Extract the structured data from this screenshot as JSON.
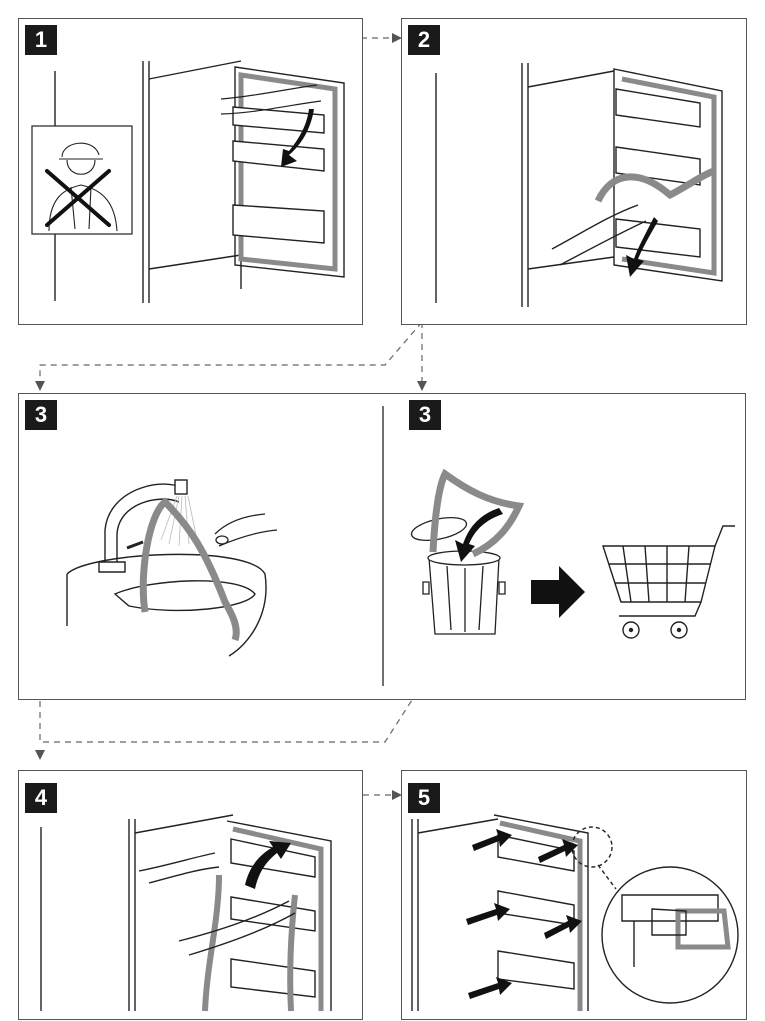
{
  "steps": {
    "s1": "1",
    "s2": "2",
    "s3a": "3",
    "s3b": "3",
    "s4": "4",
    "s5": "5"
  },
  "colors": {
    "ink": "#1a1a1a",
    "frame": "#555555",
    "gasket": "#8a8a8a",
    "connector": "#666666"
  },
  "icons": {
    "no_person": "no-person-icon",
    "refrigerator_door": "refrigerator-door-icon",
    "faucet": "faucet-icon",
    "trash_can": "trash-can-icon",
    "shopping_cart": "shopping-cart-icon",
    "arrow": "arrow-icon"
  }
}
